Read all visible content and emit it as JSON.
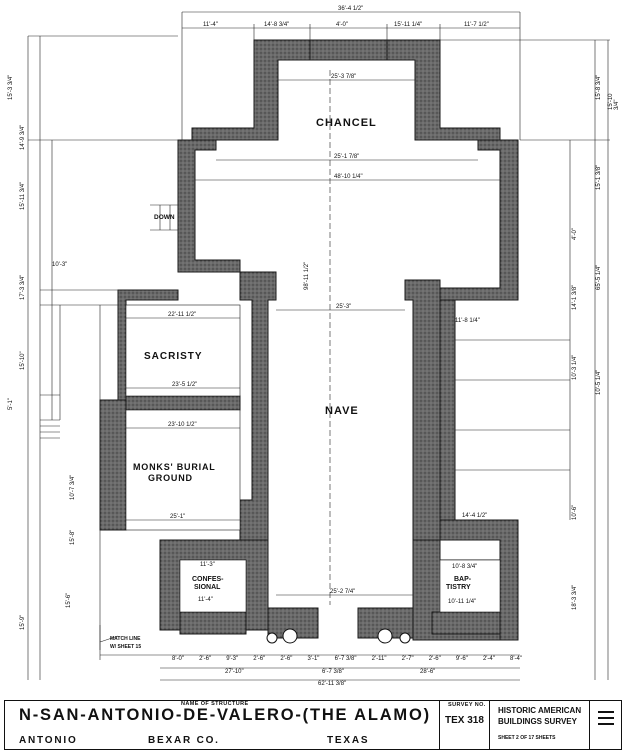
{
  "rooms": {
    "chancel": "CHANCEL",
    "nave": "NAVE",
    "sacristy": "SACRISTY",
    "monks_burial_1": "MONKS' BURIAL",
    "monks_burial_2": "GROUND",
    "confesional_1": "CONFES-",
    "confesional_2": "SIONAL",
    "baptistry_1": "BAP-",
    "baptistry_2": "TISTRY",
    "down": "DOWN",
    "match_line_1": "MATCH LINE",
    "match_line_2": "W/ SHEET 15"
  },
  "dimensions_top": [
    "36'-4 1/2\"",
    "11'-4\"",
    "14'-8 3/4\"",
    "4'-0\"",
    "15'-11 1/4\"",
    "11'-7 1/2\""
  ],
  "dimensions_bottom_1": [
    "8'-0\"",
    "2'-6\"",
    "9'-3\"",
    "2'-6\"",
    "2'-6\"",
    "3'-1\"",
    "6'-7 3/8\"",
    "2'-11\"",
    "2'-7\"",
    "2'-6\"",
    "9'-6\"",
    "2'-4\"",
    "8'-4\""
  ],
  "dimensions_bottom_2": [
    "27'-10\"",
    "6'-7 3/8\"",
    "28'-6\""
  ],
  "dimensions_bottom_3": "62'-11 3/8\"",
  "interior_dims": {
    "chancel_width": "25'-3 7/8\"",
    "transept_width": "25'-1 7/8\"",
    "transept_span": "48'-10 1/4\"",
    "nave_width": "25'-3\"",
    "nave_bottom": "25'-2 7/4\"",
    "nave_length": "98'-11 1/2\"",
    "sacristy_w": "22'-11 1/2\"",
    "sacristy_w2": "23'-5 1/2\"",
    "burial_w": "23'-10 1/2\"",
    "burial_w2": "25'-1\"",
    "confes_w": "11'-3\"",
    "confes_w2": "11'-4\"",
    "bap_w": "10'-8 3/4\"",
    "bap_w2": "10'-11 1/4\"",
    "right_ext": "14'-4 1/2\"",
    "right_ext2": "11'-8 1/4\""
  },
  "side_dims_left": [
    "15'-3 3/4\"",
    "15'-11 3/4\"",
    "14'-9 3/4\"",
    "17'-3 3/4\"",
    "15'-10\"",
    "5'-1\"",
    "10'-7 3/4\"",
    "15'-8\"",
    "10'-3\"",
    "15'-6\"",
    "15'-9\""
  ],
  "side_dims_right": [
    "15'-8 3/4\"",
    "15'-10 3/4\"",
    "15'-1 3/8\"",
    "4'-0\"",
    "65'-5 1/4\"",
    "14'-1 3/8\"",
    "10'-3 1/4\"",
    "10'-5 1/4\"",
    "10'-6\"",
    "18'-3 3/4\""
  ],
  "title_block": {
    "name_of_structure_label": "NAME OF STRUCTURE",
    "name": "N-SAN-ANTONIO-DE-VALERO-(THE ALAMO)",
    "city": "ANTONIO",
    "county": "BEXAR CO.",
    "state": "TEXAS",
    "survey_no_label": "SURVEY NO.",
    "survey_no": "TEX 318",
    "agency_1": "HISTORIC AMERICAN",
    "agency_2": "BUILDINGS SURVEY",
    "sheet": "SHEET 2 OF 17 SHEETS"
  },
  "colors": {
    "wall": "#6a6a6a",
    "wall_outline": "#1a1a1a",
    "line": "#222222"
  }
}
